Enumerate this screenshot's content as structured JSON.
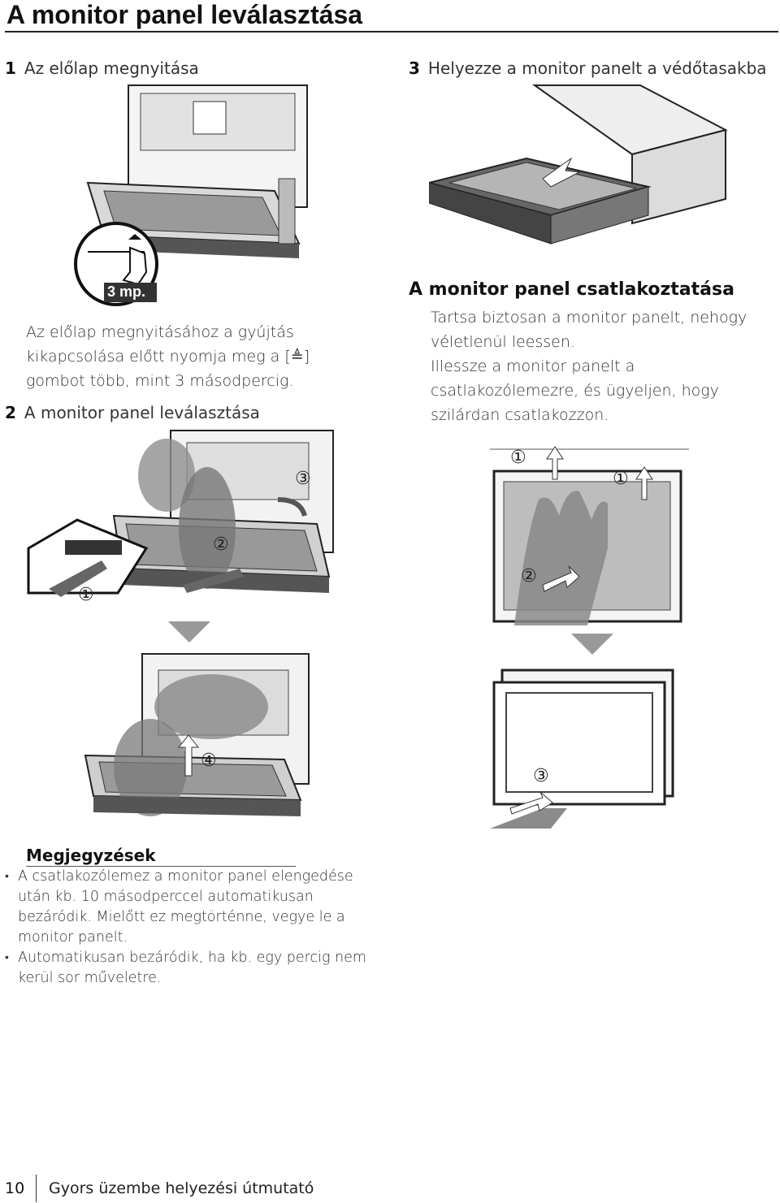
{
  "title": "A monitor panel leválasztása",
  "step1": {
    "num": "1",
    "text": "Az előlap megnyitása"
  },
  "step3": {
    "num": "3",
    "text": "Helyezze a monitor panelt a védőtasakba"
  },
  "step1_badge": "3 mp.",
  "step1_body": [
    "Az előlap megnyitásához a gyújtás",
    "kikapcsolása előtt nyomja meg a [≜]",
    "gombot több, mint 3 másodpercig."
  ],
  "step2": {
    "num": "2",
    "text": "A monitor panel leválasztása"
  },
  "attach": {
    "title": "A monitor panel csatlakoztatása",
    "lines": [
      "Tartsa biztosan a monitor panelt, nehogy",
      "véletlenül leessen.",
      "Illessze a monitor panelt a",
      "csatlakozólemezre, és ügyeljen, hogy",
      "szilárdan csatlakozzon."
    ]
  },
  "callouts": {
    "c1": "①",
    "c2": "②",
    "c3": "③",
    "c4": "④"
  },
  "notes": {
    "title": "Megjegyzések",
    "items": [
      "A csatlakozólemez a monitor panel elengedése után kb. 10 másodperccel automatikusan bezáródik. Mielőtt ez megtörténne, vegye le a monitor panelt.",
      "Automatikusan bezáródik, ha kb. egy percig nem kerül sor műveletre."
    ]
  },
  "footer": {
    "page": "10",
    "text": "Gyors üzembe helyezési útmutató"
  }
}
